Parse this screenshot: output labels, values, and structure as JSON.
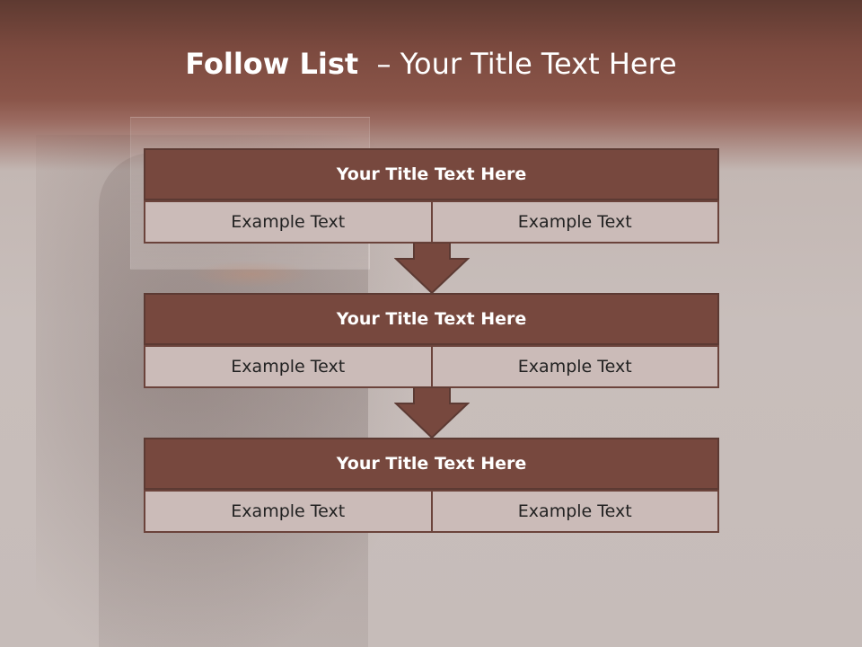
{
  "title": {
    "bold": "Follow List",
    "separator": "–",
    "rest": "Your Title Text Here"
  },
  "blocks": [
    {
      "heading": "Your Title Text Here",
      "left": "Example Text",
      "right": "Example Text"
    },
    {
      "heading": "Your Title Text Here",
      "left": "Example Text",
      "right": "Example Text"
    },
    {
      "heading": "Your Title Text Here",
      "left": "Example Text",
      "right": "Example Text"
    }
  ],
  "colors": {
    "header_band": "#7c4a3f",
    "block_heading": "#77483e",
    "block_cell": "#cbbbb8",
    "arrow": "#77483e"
  }
}
